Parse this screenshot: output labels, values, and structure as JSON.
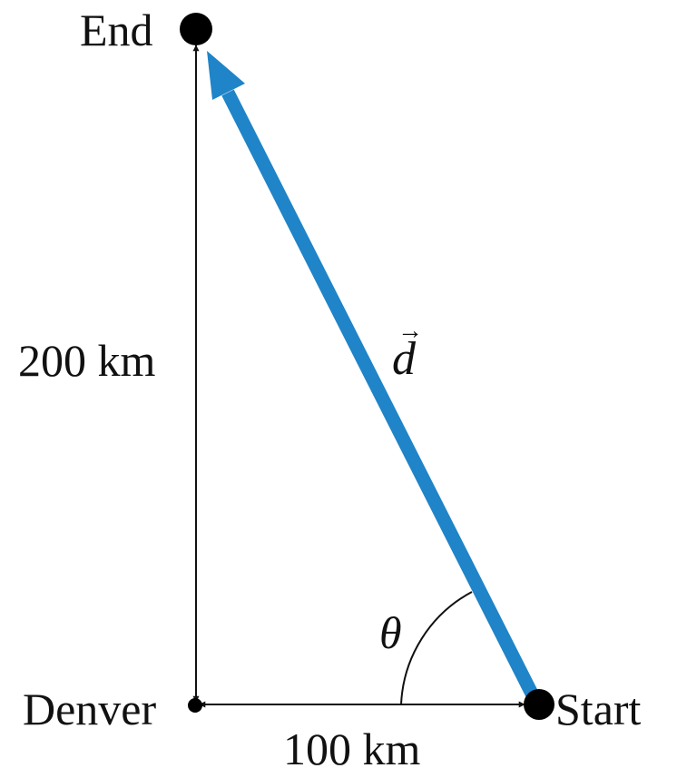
{
  "diagram": {
    "labels": {
      "end": "End",
      "start": "Start",
      "denver": "Denver",
      "north_distance": "200 km",
      "east_distance": "100 km",
      "vector": "d",
      "vector_arrow": "→",
      "angle": "θ"
    },
    "colors": {
      "vector": "#1f84c8",
      "ink": "#111111",
      "background": "#ffffff"
    }
  }
}
